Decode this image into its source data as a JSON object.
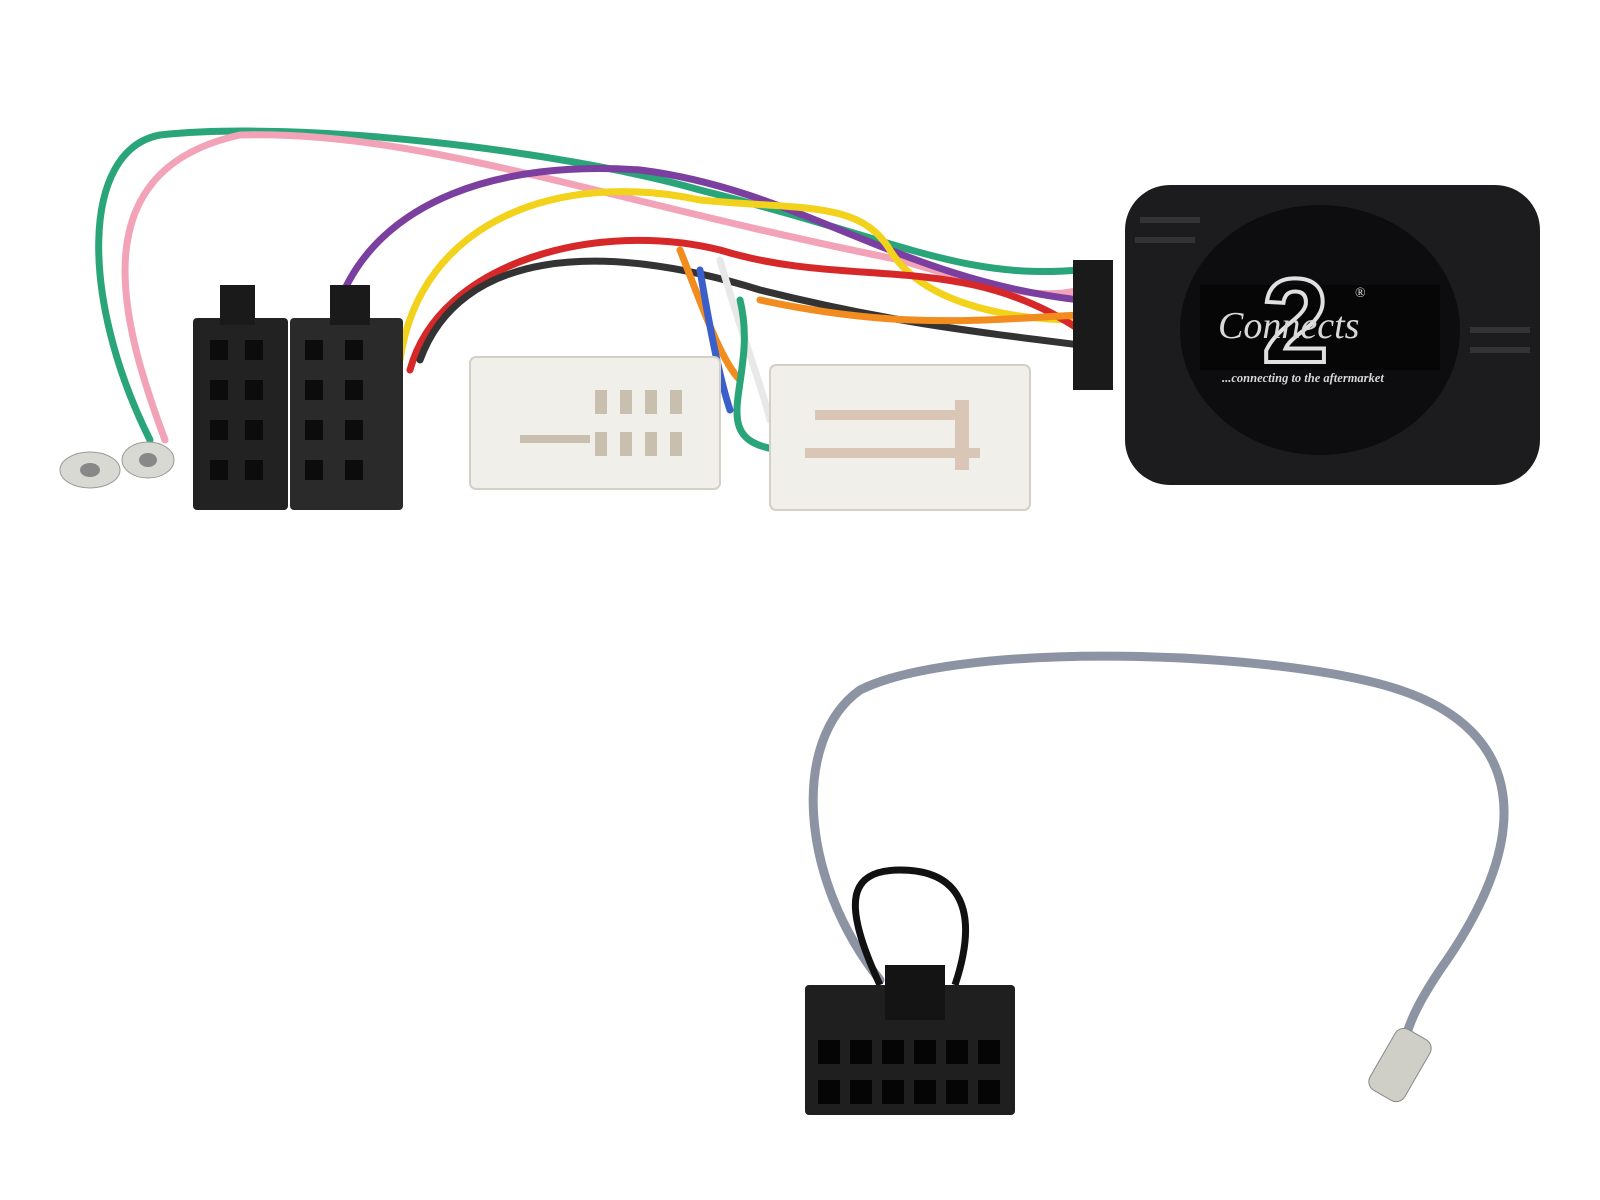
{
  "product": {
    "logo": {
      "brand": "Connects2",
      "numeral": "2",
      "registered": "®",
      "tagline": "...connecting to the aftermarket"
    },
    "colors": {
      "module": "#1c1c1e",
      "iso_connector": "#222222",
      "white_connector": "#f1efea",
      "antenna_cable": "#8c93a3",
      "wires": [
        "#2aa57a",
        "#f3a3b8",
        "#7b3fa0",
        "#f2d21b",
        "#d62828",
        "#333333",
        "#f28c1e",
        "#3a5fc8",
        "#e8e8e8"
      ]
    }
  }
}
